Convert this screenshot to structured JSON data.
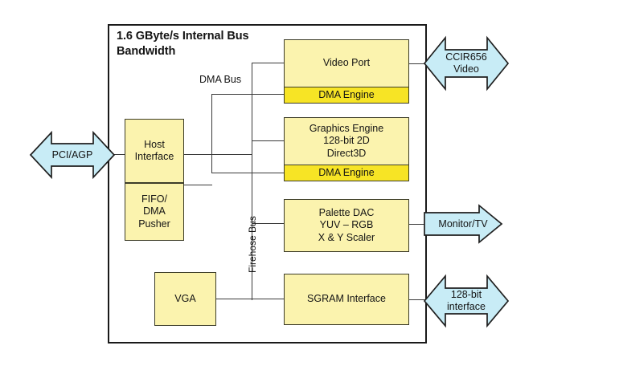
{
  "diagram": {
    "title_lines": [
      "1.6 GByte/s",
      "Internal Bus",
      "Bandwidth"
    ],
    "bus_labels": {
      "dma_bus": "DMA Bus",
      "firehose_bus": "Firehose Bus"
    },
    "colors": {
      "block_fill": "#fbf3ae",
      "dma_engine_fill": "#f7e425",
      "arrow_fill": "#c8ecf6",
      "stroke": "#3c3c28",
      "wire": "#3a3a3a",
      "frame": "#1a1a1a",
      "text": "#141414"
    },
    "blocks": [
      {
        "id": "host-interface",
        "lines": [
          "Host",
          "Interface"
        ]
      },
      {
        "id": "fifo-dma-pusher",
        "lines": [
          "FIFO/",
          "DMA",
          "Pusher"
        ]
      },
      {
        "id": "vga",
        "lines": [
          "VGA"
        ]
      },
      {
        "id": "video-port",
        "lines": [
          "Video Port"
        ]
      },
      {
        "id": "video-port-dma-engine",
        "lines": [
          "DMA Engine"
        ]
      },
      {
        "id": "graphics-engine",
        "lines": [
          "Graphics Engine",
          "128-bit 2D",
          "Direct3D"
        ]
      },
      {
        "id": "graphics-engine-dma-engine",
        "lines": [
          "DMA Engine"
        ]
      },
      {
        "id": "palette-dac",
        "lines": [
          "Palette DAC",
          "YUV – RGB",
          "X & Y Scaler"
        ]
      },
      {
        "id": "sgram-interface",
        "lines": [
          "SGRAM Interface"
        ]
      }
    ],
    "ports": [
      {
        "id": "pci-agp",
        "lines": [
          "PCI/AGP"
        ],
        "direction": "bidirectional"
      },
      {
        "id": "ccir656-video",
        "lines": [
          "CCIR656",
          "Video"
        ],
        "direction": "bidirectional"
      },
      {
        "id": "monitor-tv",
        "lines": [
          "Monitor/TV"
        ],
        "direction": "right"
      },
      {
        "id": "sgram-128bit",
        "lines": [
          "128-bit",
          "interface"
        ],
        "direction": "bidirectional"
      }
    ]
  }
}
